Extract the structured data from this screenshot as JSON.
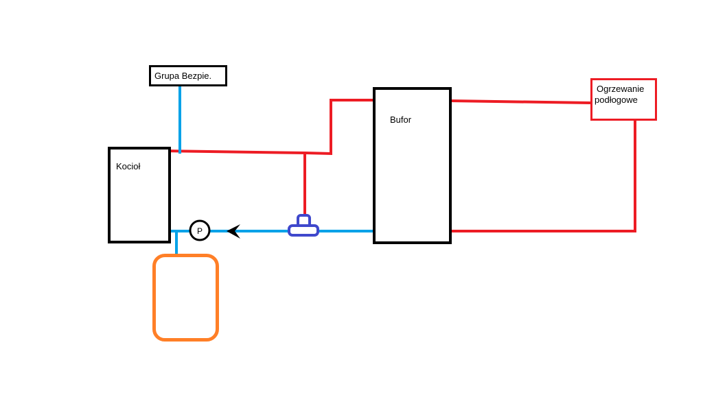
{
  "diagram": {
    "components": {
      "safety_group": {
        "label": "Grupa Bezpie."
      },
      "boiler": {
        "label": "Kocioł"
      },
      "buffer": {
        "label": "Bufor"
      },
      "floor_heating": {
        "label_line1": "Ogrzewanie",
        "label_line2": "podłogowe"
      },
      "pump": {
        "label": "P"
      }
    },
    "colors": {
      "supply_pipe_red": "#ED1C24",
      "return_pipe_blue": "#00A2E8",
      "expansion_vessel_orange": "#FF7F27",
      "valve_indigo": "#3F48CC",
      "component_outline_black": "#000000",
      "floor_heating_outline_red": "#ED1C24",
      "background": "#FFFFFF"
    }
  }
}
